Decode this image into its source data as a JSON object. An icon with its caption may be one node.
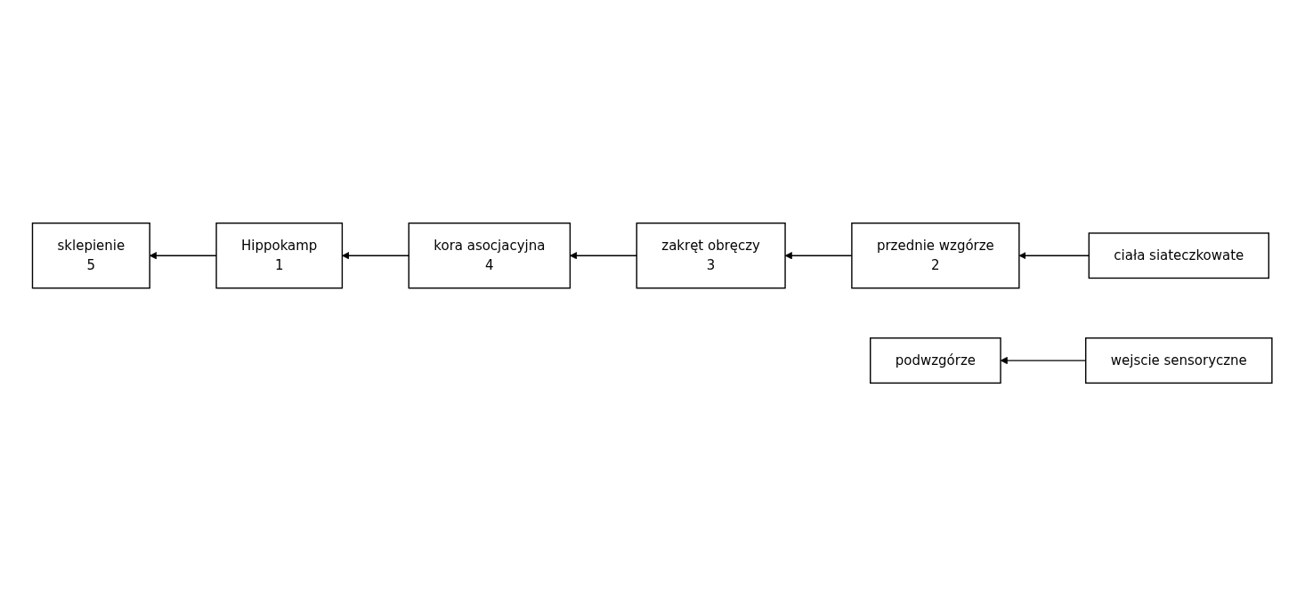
{
  "diagram": {
    "nodes": [
      {
        "text": [
          "kora asocjacyjna",
          "4"
        ]
      },
      {
        "text": [
          "zakręt obręczy",
          "3"
        ]
      },
      {
        "text": [
          "przednie wzgórze",
          "2"
        ]
      },
      {
        "text": [
          "ciała siateczkowate"
        ]
      },
      {
        "text": [
          "Hippokamp",
          "1"
        ]
      },
      {
        "text": [
          "sklepienie",
          "5"
        ]
      },
      {
        "text": [
          "wejscie sensoryczne"
        ]
      },
      {
        "text": [
          "podwzgórze"
        ]
      }
    ],
    "edges": [
      {
        "from": 1,
        "to": 0,
        "arrow": "to"
      },
      {
        "from": 2,
        "to": 1,
        "arrow": "to"
      },
      {
        "from": 3,
        "to": 2,
        "arrow": "to"
      },
      {
        "from": 0,
        "to": 4,
        "arrow": "to"
      },
      {
        "from": 4,
        "to": 5,
        "arrow": "to"
      },
      {
        "from": 6,
        "to": 7,
        "arrow": "to"
      }
    ]
  }
}
